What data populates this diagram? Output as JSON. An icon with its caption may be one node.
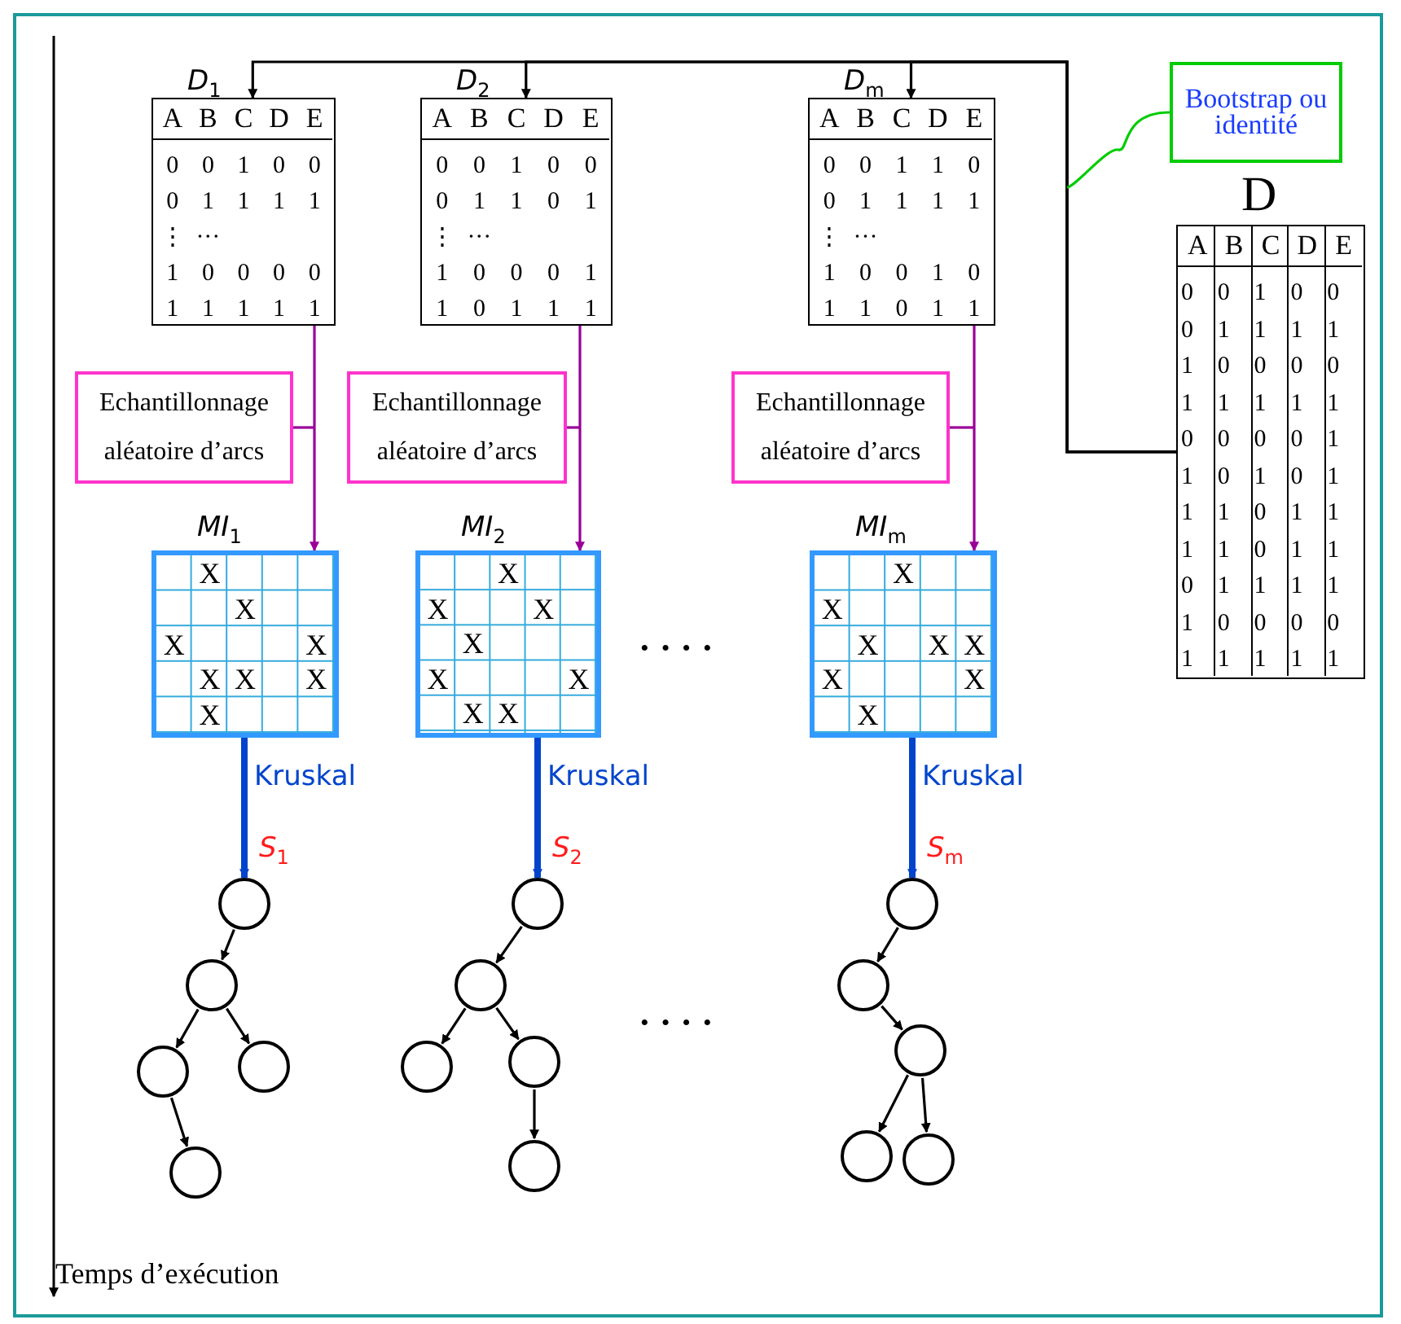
{
  "diagram": {
    "nodes": [
      {
        "text": [
          "D$_{1}$",
          "A B C D E",
          "0 0 1 0 0",
          "0 1 1 1 1",
          "⋮ ···",
          "1 0 0 0 0",
          "1 1 1 1 1"
        ]
      },
      {
        "text": [
          "D$_{2}$",
          "A B C D E",
          "0 0 1 0 0",
          "0 1 1 0 1",
          "⋮ ···",
          "1 0 0 0 1",
          "1 0 1 1 1"
        ]
      },
      {
        "text": [
          "D$_{m}$",
          "A B C D E",
          "0 0 1 1 0",
          "0 1 1 1 1",
          "⋮ ···",
          "1 0 0 1 0",
          "1 1 0 1 1"
        ]
      },
      {
        "text": [
          "Bootstrap ou identité"
        ]
      },
      {
        "text": [
          "D",
          "A B C D E",
          "0 0 1 0 0",
          "0 1 1 1 1",
          "1 0 0 0 0",
          "1 1 1 1 1",
          "0 0 0 0 1",
          "1 0 1 0 1",
          "1 1 0 1 1",
          "1 1 0 1 1",
          "0 1 1 1 1",
          "1 0 0 0 0",
          "1 1 1 1 1"
        ]
      },
      {
        "text": [
          "Echantillonnage aléatoire d’arcs"
        ]
      },
      {
        "text": [
          "Echantillonnage aléatoire d’arcs"
        ]
      },
      {
        "text": [
          "Echantillonnage aléatoire d’arcs"
        ]
      },
      {
        "text": [
          "MI$_{1}$",
          "X",
          "X",
          "X",
          "X",
          "X",
          "X",
          "X",
          "X"
        ]
      },
      {
        "text": [
          "MI$_{2}$",
          "X",
          "X",
          "X",
          "X",
          "X",
          "X",
          "X",
          "X"
        ]
      },
      {
        "text": [
          "MI$_{m}$",
          "X",
          "X",
          "X",
          "X",
          "X",
          "X",
          "X",
          "X"
        ]
      },
      {
        "text": [],
        "shape": "circle",
        "beside": [
          "S$_{1}$"
        ]
      },
      {
        "text": [],
        "shape": "circle"
      },
      {
        "text": [],
        "shape": "circle"
      },
      {
        "text": [],
        "shape": "circle"
      },
      {
        "text": [],
        "shape": "circle"
      },
      {
        "text": [],
        "shape": "circle",
        "beside": [
          "S$_{2}$"
        ]
      },
      {
        "text": [],
        "shape": "circle"
      },
      {
        "text": [],
        "shape": "circle"
      },
      {
        "text": [],
        "shape": "circle"
      },
      {
        "text": [],
        "shape": "circle"
      },
      {
        "text": [],
        "shape": "circle",
        "beside": [
          "S$_{m}$"
        ]
      },
      {
        "text": [],
        "shape": "circle"
      },
      {
        "text": [],
        "shape": "circle"
      },
      {
        "text": [],
        "shape": "circle"
      },
      {
        "text": [],
        "shape": "circle"
      }
    ],
    "edges": [
      {
        "from": 4,
        "to": 0,
        "arrow": "to"
      },
      {
        "from": 4,
        "to": 1,
        "arrow": "to"
      },
      {
        "from": 4,
        "to": 2,
        "arrow": "to"
      },
      {
        "from": 3,
        "to": null,
        "arrow": "none",
        "color": "#00cc00"
      },
      {
        "from": 0,
        "to": 8,
        "arrow": "to",
        "color": "#990099"
      },
      {
        "from": 1,
        "to": 9,
        "arrow": "to",
        "color": "#990099"
      },
      {
        "from": 2,
        "to": 10,
        "arrow": "to",
        "color": "#990099"
      },
      {
        "from": 5,
        "to": null,
        "arrow": "none",
        "color": "#990099"
      },
      {
        "from": 6,
        "to": null,
        "arrow": "none",
        "color": "#990099"
      },
      {
        "from": 7,
        "to": null,
        "arrow": "none",
        "color": "#990099"
      },
      {
        "from": 8,
        "to": 11,
        "arrow": "to",
        "label": "Kruskal",
        "style": "thick",
        "color": "#0044cc"
      },
      {
        "from": 9,
        "to": 16,
        "arrow": "to",
        "label": "Kruskal",
        "style": "thick",
        "color": "#0044cc"
      },
      {
        "from": 10,
        "to": 21,
        "arrow": "to",
        "label": "Kruskal",
        "style": "thick",
        "color": "#0044cc"
      },
      {
        "from": 11,
        "to": 12,
        "arrow": "to"
      },
      {
        "from": 12,
        "to": 13,
        "arrow": "to"
      },
      {
        "from": 12,
        "to": 14,
        "arrow": "to"
      },
      {
        "from": 13,
        "to": 15,
        "arrow": "to"
      },
      {
        "from": 16,
        "to": 17,
        "arrow": "to"
      },
      {
        "from": 17,
        "to": 18,
        "arrow": "to"
      },
      {
        "from": 17,
        "to": 19,
        "arrow": "to"
      },
      {
        "from": 19,
        "to": 20,
        "arrow": "to"
      },
      {
        "from": 21,
        "to": 22,
        "arrow": "to"
      },
      {
        "from": 22,
        "to": 23,
        "arrow": "to"
      },
      {
        "from": 23,
        "to": 24,
        "arrow": "to"
      },
      {
        "from": 23,
        "to": 25,
        "arrow": "to"
      }
    ],
    "labels": [
      "· · · ·",
      "· · · ·",
      "Temps d’exécution"
    ]
  }
}
